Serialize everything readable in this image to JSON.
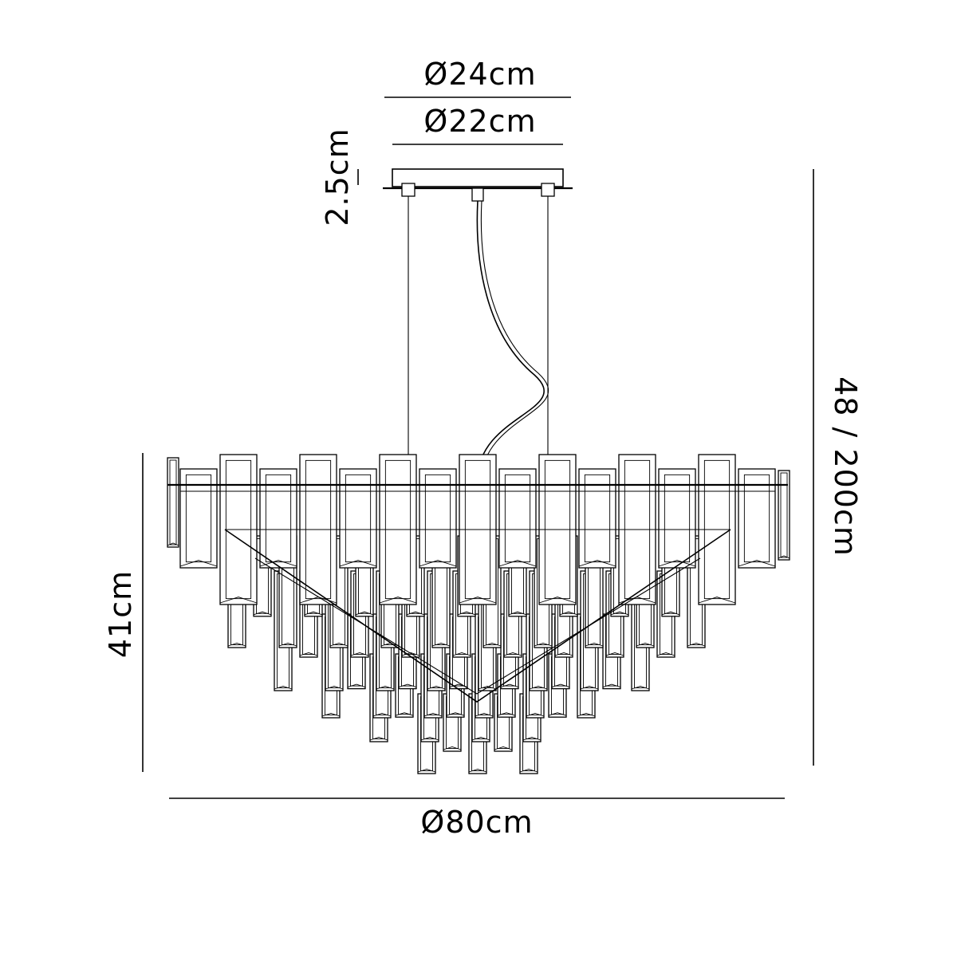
{
  "diagram": {
    "colors": {
      "ink": "#000000",
      "paper": "#ffffff"
    },
    "dimensions": {
      "canopy_outer_diameter": "Ø24cm",
      "canopy_inner_diameter": "Ø22cm",
      "canopy_height": "2.5cm",
      "overall_height": "48 / 200cm",
      "body_height": "41cm",
      "body_diameter": "Ø80cm"
    }
  }
}
